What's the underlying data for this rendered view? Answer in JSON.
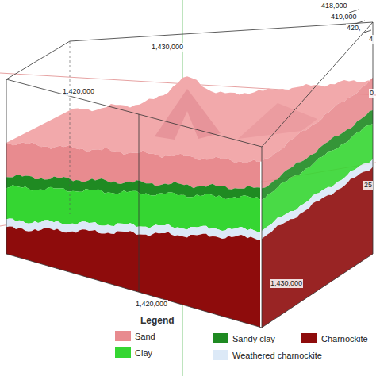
{
  "diagram": {
    "labels": [
      "418,000",
      "419,000",
      "420,",
      "4",
      "1,430,000",
      "1,420,000",
      "0",
      "25",
      "1,430,000",
      "1,420,000",
      "Legend"
    ],
    "legend": [
      {
        "text": "Sand",
        "color": "#e88b8f"
      },
      {
        "text": "Clay",
        "color": "#35d632"
      },
      {
        "text": "Sandy clay",
        "color": "#1f8a22"
      },
      {
        "text": "Weathered charnockite",
        "color": "#dce9f7"
      },
      {
        "text": "Charnockite",
        "color": "#8e0c0c"
      }
    ]
  }
}
